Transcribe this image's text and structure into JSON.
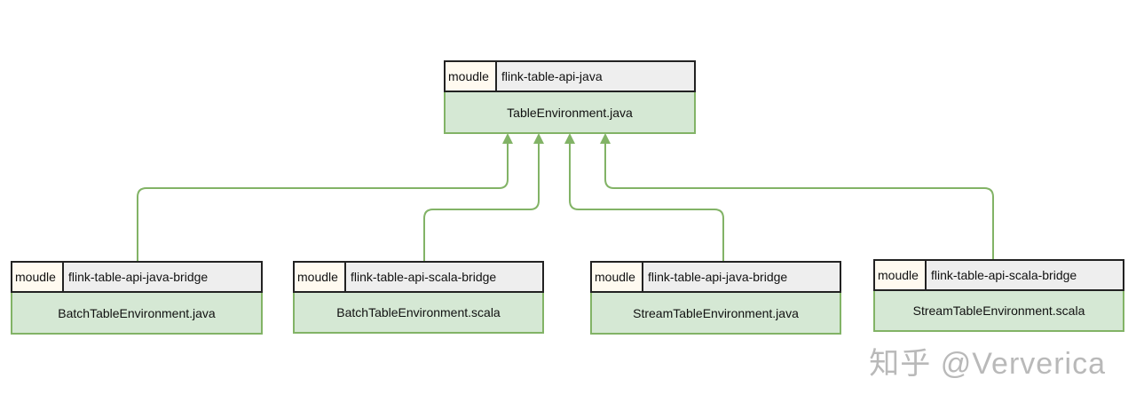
{
  "colors": {
    "edge": "#82b366",
    "body_fill": "#d5e8d4",
    "header_fill": "#eeeeee",
    "tag_fill": "#fffaf0"
  },
  "nodes": {
    "top": {
      "tag": "moudle",
      "module": "flink-table-api-java",
      "file": "TableEnvironment.java"
    },
    "batch_java": {
      "tag": "moudle",
      "module": "flink-table-api-java-bridge",
      "file": "BatchTableEnvironment.java"
    },
    "batch_scala": {
      "tag": "moudle",
      "module": "flink-table-api-scala-bridge",
      "file": "BatchTableEnvironment.scala"
    },
    "stream_java": {
      "tag": "moudle",
      "module": "flink-table-api-java-bridge",
      "file": "StreamTableEnvironment.java"
    },
    "stream_scala": {
      "tag": "moudle",
      "module": "flink-table-api-scala-bridge",
      "file": "StreamTableEnvironment.scala"
    }
  },
  "watermark": "知乎 @Ververica"
}
